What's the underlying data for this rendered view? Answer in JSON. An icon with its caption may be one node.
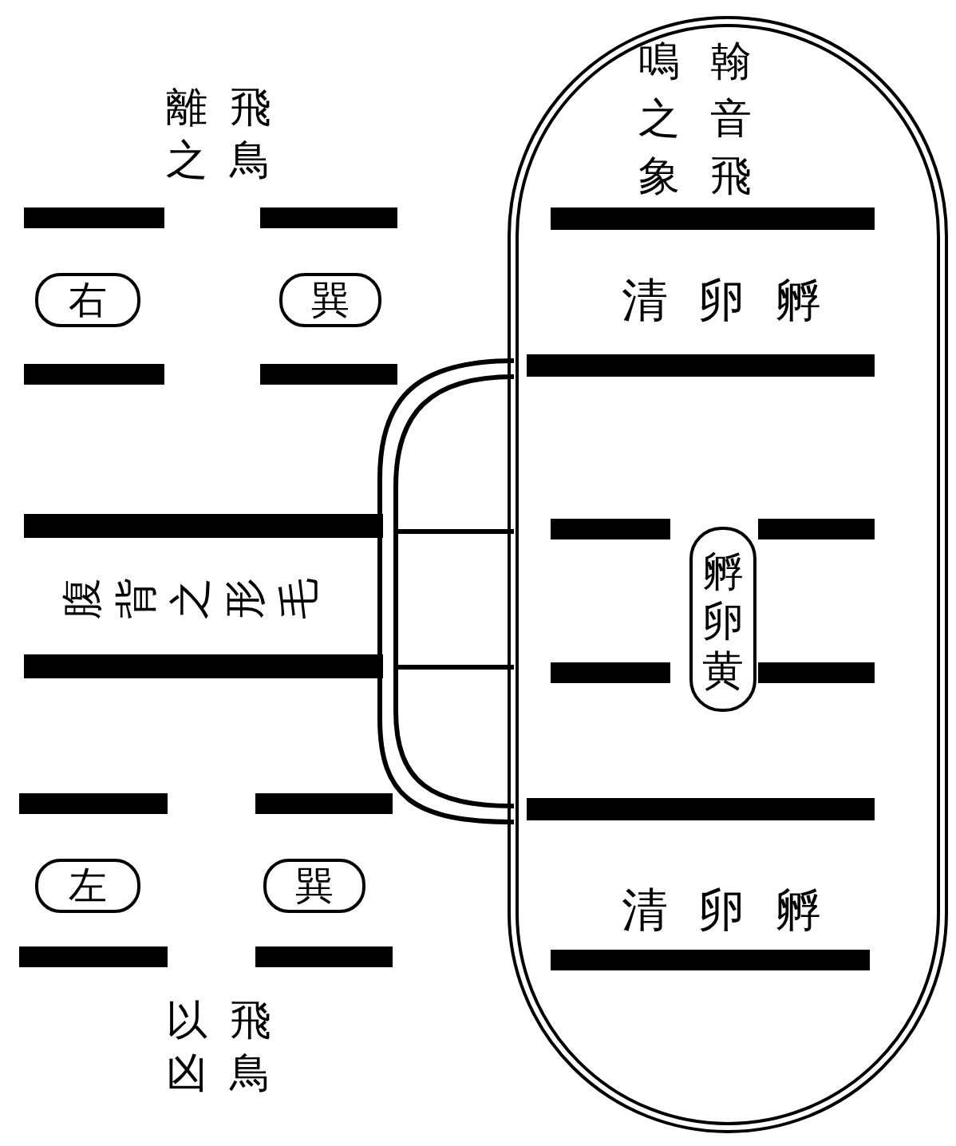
{
  "diagram": {
    "nodes": [
      {
        "text": [
          "翰音飛鳴之象",
          "孵卵清",
          "孵卵清"
        ]
      },
      {
        "text": [
          "孵卵黄"
        ],
        "in": 0
      },
      {
        "text": [
          "右"
        ]
      },
      {
        "text": [
          "巽"
        ]
      },
      {
        "text": [
          "左"
        ]
      },
      {
        "text": [
          "巽"
        ]
      }
    ],
    "labels": [
      "飛鳥離之",
      "腹背之形毛",
      "飛鳥以凶"
    ]
  }
}
